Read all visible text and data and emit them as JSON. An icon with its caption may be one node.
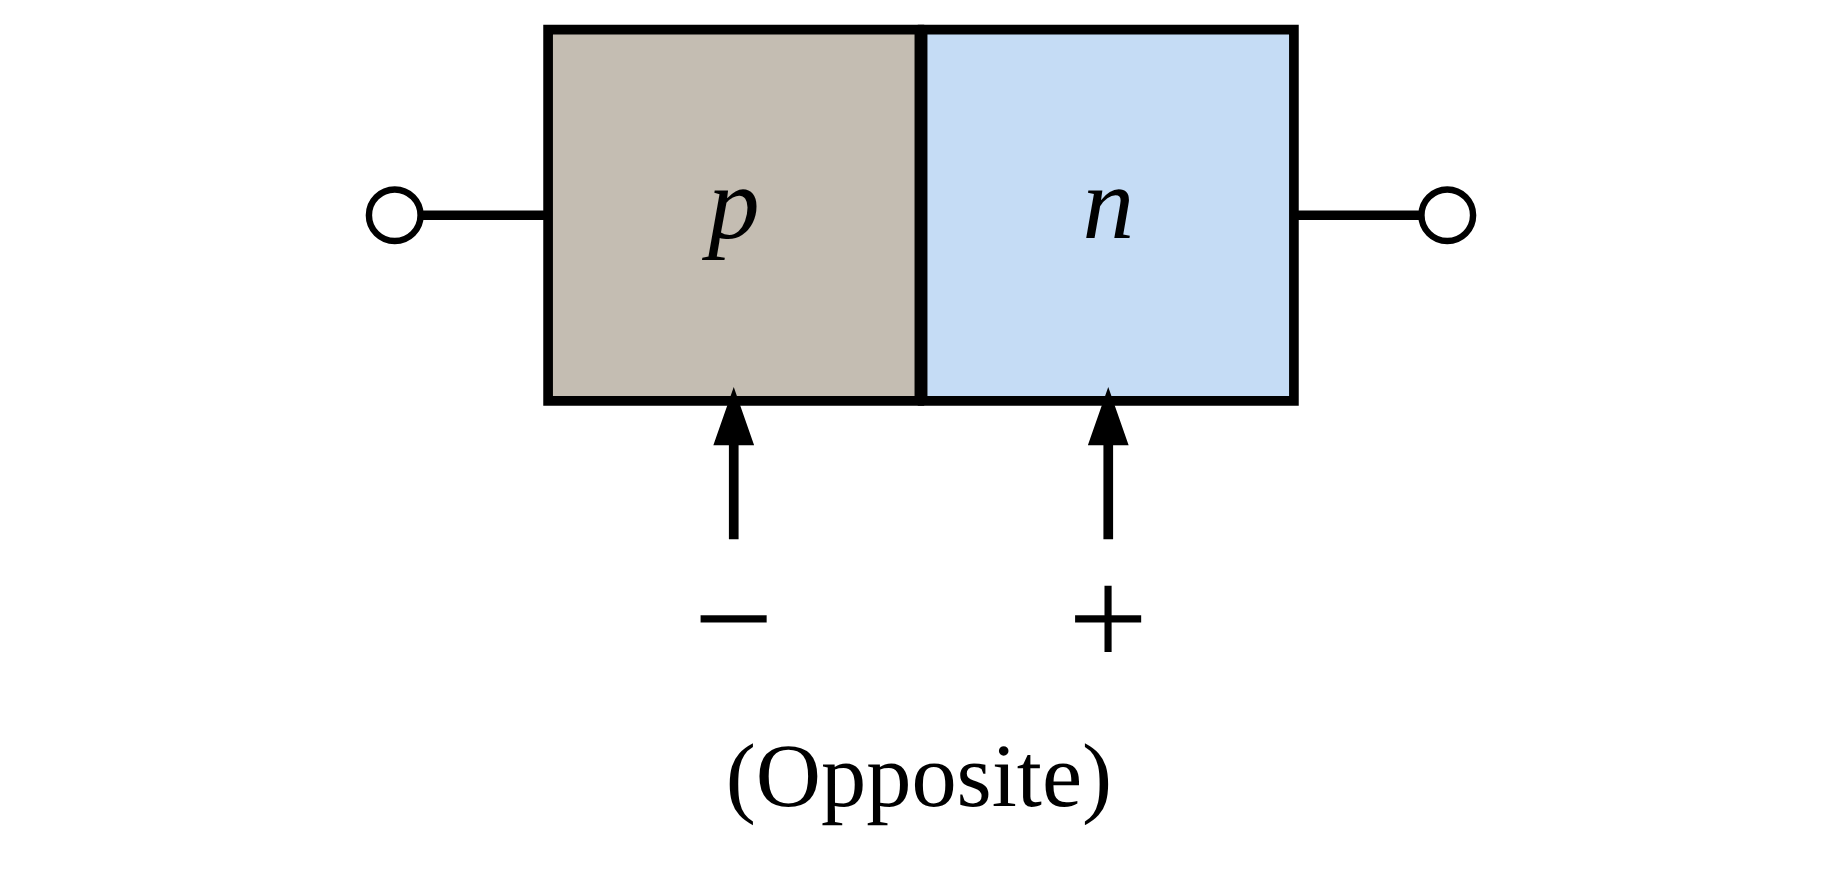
{
  "diagram": {
    "caption": "(Opposite)",
    "nodes": [
      {
        "text": [],
        "shape": "circle"
      },
      {
        "text": [
          "p"
        ]
      },
      {
        "text": [
          "n"
        ]
      },
      {
        "text": [],
        "shape": "circle"
      },
      {
        "text": [
          "−"
        ]
      },
      {
        "text": [
          "+"
        ]
      }
    ],
    "edges": [
      {
        "from": 0,
        "to": 1,
        "arrow": "none"
      },
      {
        "from": 2,
        "to": 3,
        "arrow": "none"
      },
      {
        "from": 4,
        "to": 1,
        "arrow": "to"
      },
      {
        "from": 5,
        "to": 2,
        "arrow": "to"
      }
    ]
  }
}
